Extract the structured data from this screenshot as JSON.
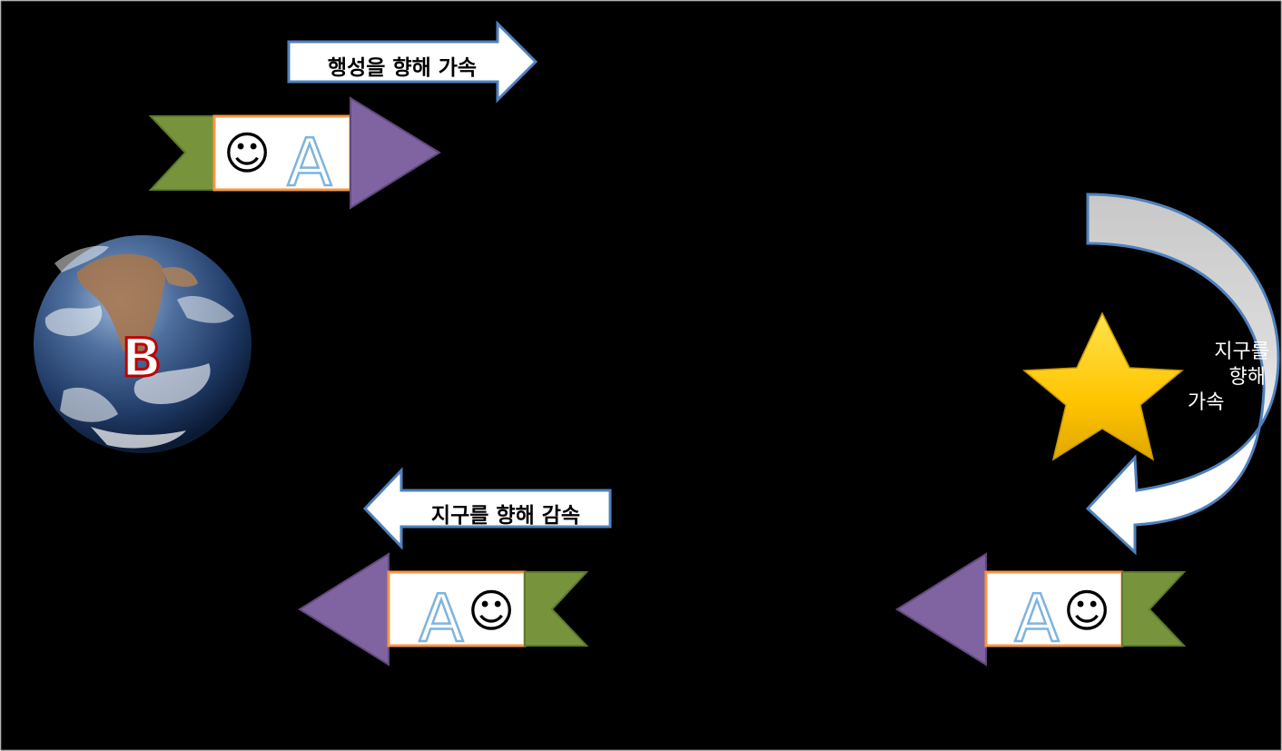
{
  "labels": {
    "top_arrow": "행성을 향해 가속",
    "bottom_arrow": "지구를 향해 감속",
    "curve": [
      "지구를",
      "향해",
      "가속"
    ]
  },
  "markers": {
    "ship": "A",
    "earth": "B",
    "face": "☺"
  },
  "colors": {
    "background": "#000000",
    "ship_nose": "#8064a2",
    "ship_tail": "#77933c",
    "ship_body_border": "#f79646",
    "arrow_border": "#4f81bd",
    "star": "#ffcc00",
    "letter_outline": "#7fb4dc",
    "earth_letter": "#c00000"
  }
}
